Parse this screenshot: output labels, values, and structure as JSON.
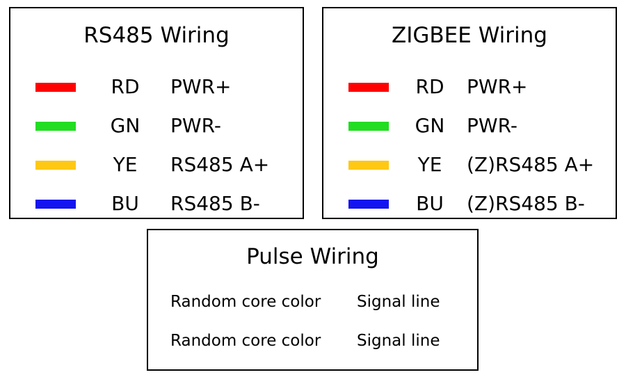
{
  "rs485": {
    "title": "RS485 Wiring",
    "rows": [
      {
        "code": "RD",
        "function": "PWR+",
        "color": "#ff0000"
      },
      {
        "code": "GN",
        "function": "PWR-",
        "color": "#22dd22"
      },
      {
        "code": "YE",
        "function": "RS485 A+",
        "color": "#ffc814"
      },
      {
        "code": "BU",
        "function": "RS485 B-",
        "color": "#1414f0"
      }
    ]
  },
  "zigbee": {
    "title": "ZIGBEE Wiring",
    "rows": [
      {
        "code": "RD",
        "function": "PWR+",
        "color": "#ff0000"
      },
      {
        "code": "GN",
        "function": "PWR-",
        "color": "#22dd22"
      },
      {
        "code": "YE",
        "function": "(Z)RS485 A+",
        "color": "#ffc814"
      },
      {
        "code": "BU",
        "function": "(Z)RS485 B-",
        "color": "#1414f0"
      }
    ]
  },
  "pulse": {
    "title": "Pulse Wiring",
    "rows": [
      {
        "color_text": "Random core color",
        "function": "Signal line"
      },
      {
        "color_text": "Random core color",
        "function": "Signal line"
      }
    ]
  }
}
